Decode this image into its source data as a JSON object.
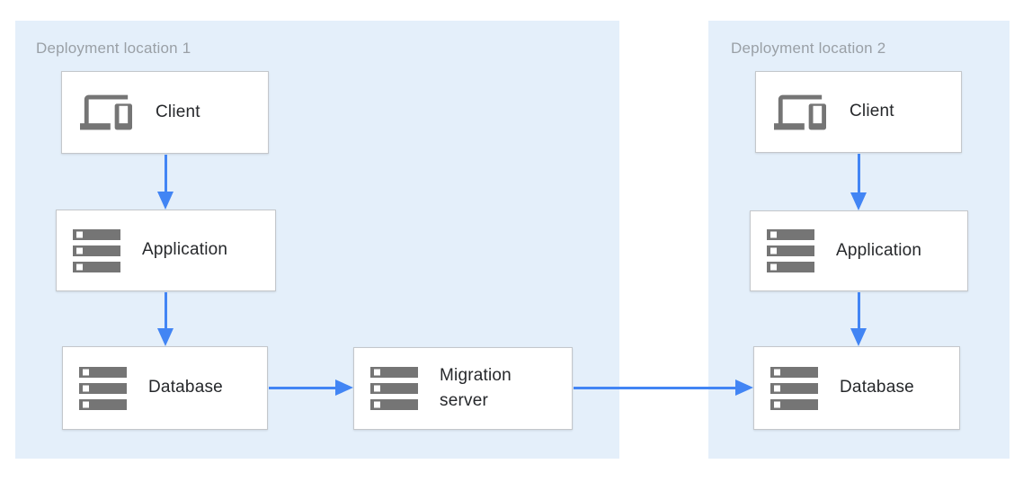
{
  "regions": {
    "location1": {
      "title": "Deployment location 1"
    },
    "location2": {
      "title": "Deployment location 2"
    }
  },
  "nodes": {
    "client1": {
      "label": "Client",
      "icon": "devices-icon"
    },
    "app1": {
      "label": "Application",
      "icon": "server-stack-icon"
    },
    "db1": {
      "label": "Database",
      "icon": "server-stack-icon"
    },
    "migration": {
      "label": "Migration server",
      "icon": "server-stack-icon"
    },
    "client2": {
      "label": "Client",
      "icon": "devices-icon"
    },
    "app2": {
      "label": "Application",
      "icon": "server-stack-icon"
    },
    "db2": {
      "label": "Database",
      "icon": "server-stack-icon"
    }
  },
  "edges": [
    {
      "from": "client1",
      "to": "app1"
    },
    {
      "from": "app1",
      "to": "db1"
    },
    {
      "from": "db1",
      "to": "migration"
    },
    {
      "from": "migration",
      "to": "db2"
    },
    {
      "from": "client2",
      "to": "app2"
    },
    {
      "from": "app2",
      "to": "db2"
    }
  ],
  "colors": {
    "region-bg": "#E4EFFA",
    "arrow": "#4285F4",
    "box-border": "#C4C7CB",
    "box-bg": "#FFFFFF",
    "icon-gray": "#757575",
    "label-text": "#26282B",
    "region-title": "#9AA0A6"
  }
}
